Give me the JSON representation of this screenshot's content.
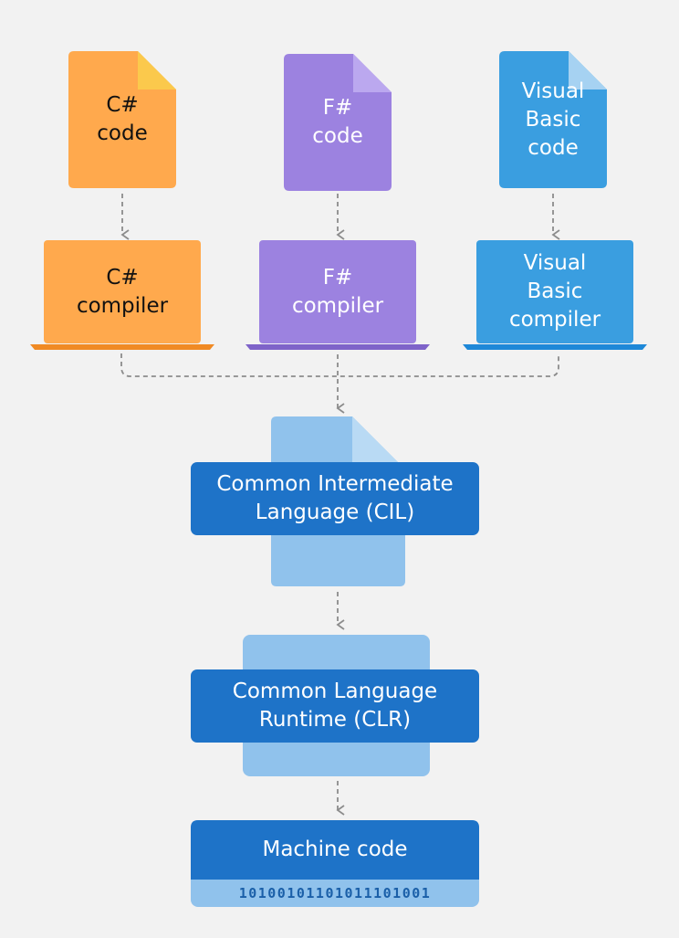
{
  "colors": {
    "background": "#f2f2f2",
    "csharp": "#ffa94d",
    "csharp_fold": "#fbc94c",
    "csharp_base": "#f08a24",
    "fsharp": "#9c82e0",
    "fsharp_fold": "#bba8ef",
    "fsharp_base": "#7e63c9",
    "vb": "#3a9ee0",
    "vb_fold": "#a6d2f2",
    "vb_base": "#1e88d8",
    "cil_doc": "#90c2ec",
    "cil_doc_fold": "#b9daf4",
    "runtime_box": "#1e73c8",
    "binary_strip": "#90c2ec",
    "arrow": "#8c8c8c"
  },
  "sources": [
    {
      "key": "csharp",
      "code": "C#\ncode",
      "compiler": "C#\ncompiler"
    },
    {
      "key": "fsharp",
      "code": "F#\ncode",
      "compiler": "F#\ncompiler"
    },
    {
      "key": "vb",
      "code": "Visual\nBasic\ncode",
      "compiler": "Visual\nBasic\ncompiler"
    }
  ],
  "cil": {
    "label": "Common Intermediate\nLanguage (CIL)"
  },
  "clr": {
    "label": "Common Language\nRuntime (CLR)"
  },
  "machine": {
    "label": "Machine code",
    "binary": "10100101101011101001"
  }
}
